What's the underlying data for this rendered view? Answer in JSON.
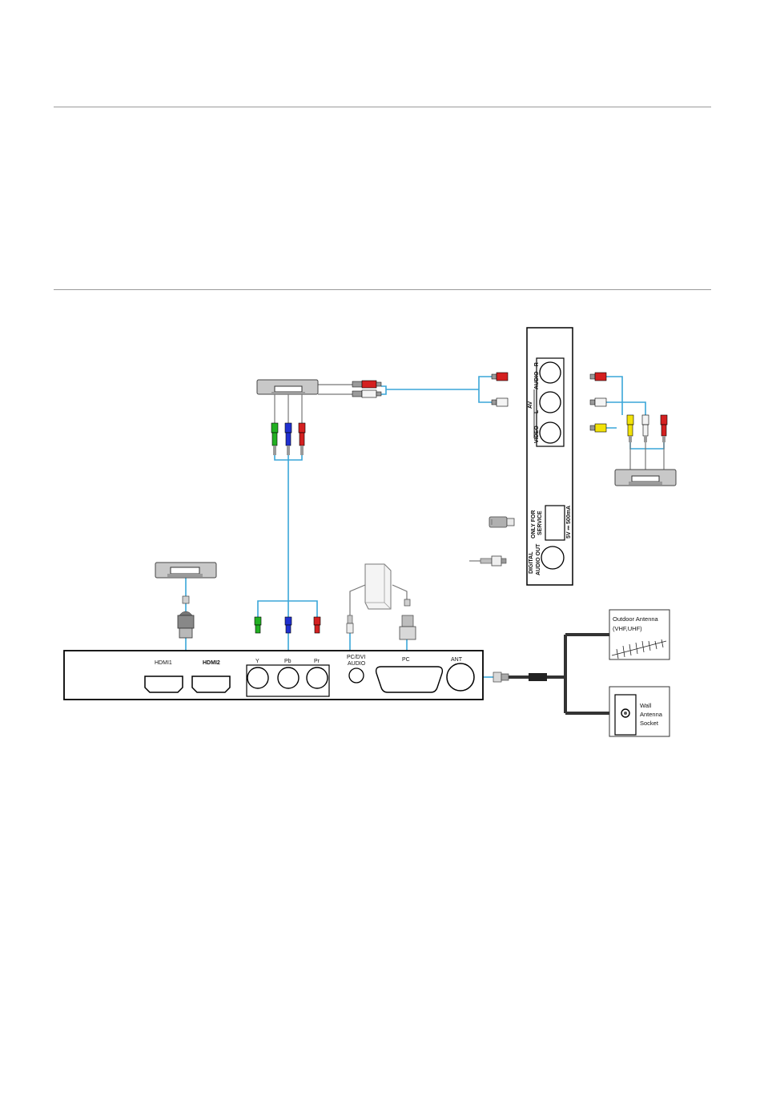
{
  "colors": {
    "cable": "#3aa6d8",
    "antenna_cable": "#333333",
    "outline": "#000000",
    "plug_red": "#d42020",
    "plug_green": "#22b022",
    "plug_blue": "#2030d0",
    "plug_yellow": "#f2e20a",
    "plug_white": "#f4f4f4",
    "device_gray": "#c8c8c8"
  },
  "tv_panel": {
    "hdmi1": "HDMI1",
    "hdmi2": "HDMI2",
    "y": "Y",
    "pb": "Pb",
    "pr": "Pr",
    "pc_dvi_audio_line1": "PC/DVI",
    "pc_dvi_audio_line2": "AUDIO",
    "pc": "PC",
    "ant": "ANT"
  },
  "side_panel": {
    "av": "AV",
    "audio_r": "AUDIO - R",
    "audio_l": "L -",
    "video": "VIDEO",
    "only_for_service_line1": "ONLY FOR",
    "only_for_service_line2": "SERVICE",
    "usb_rating": "5V ⎓ 500mA",
    "digital_audio_out_line1": "DIGITAL",
    "digital_audio_out_line2": "AUDIO OUT"
  },
  "antenna": {
    "outdoor_line1": "Outdoor Antenna",
    "outdoor_line2": "(VHF,UHF)",
    "wall_line1": "Wall",
    "wall_line2": "Antenna",
    "wall_line3": "Socket"
  }
}
